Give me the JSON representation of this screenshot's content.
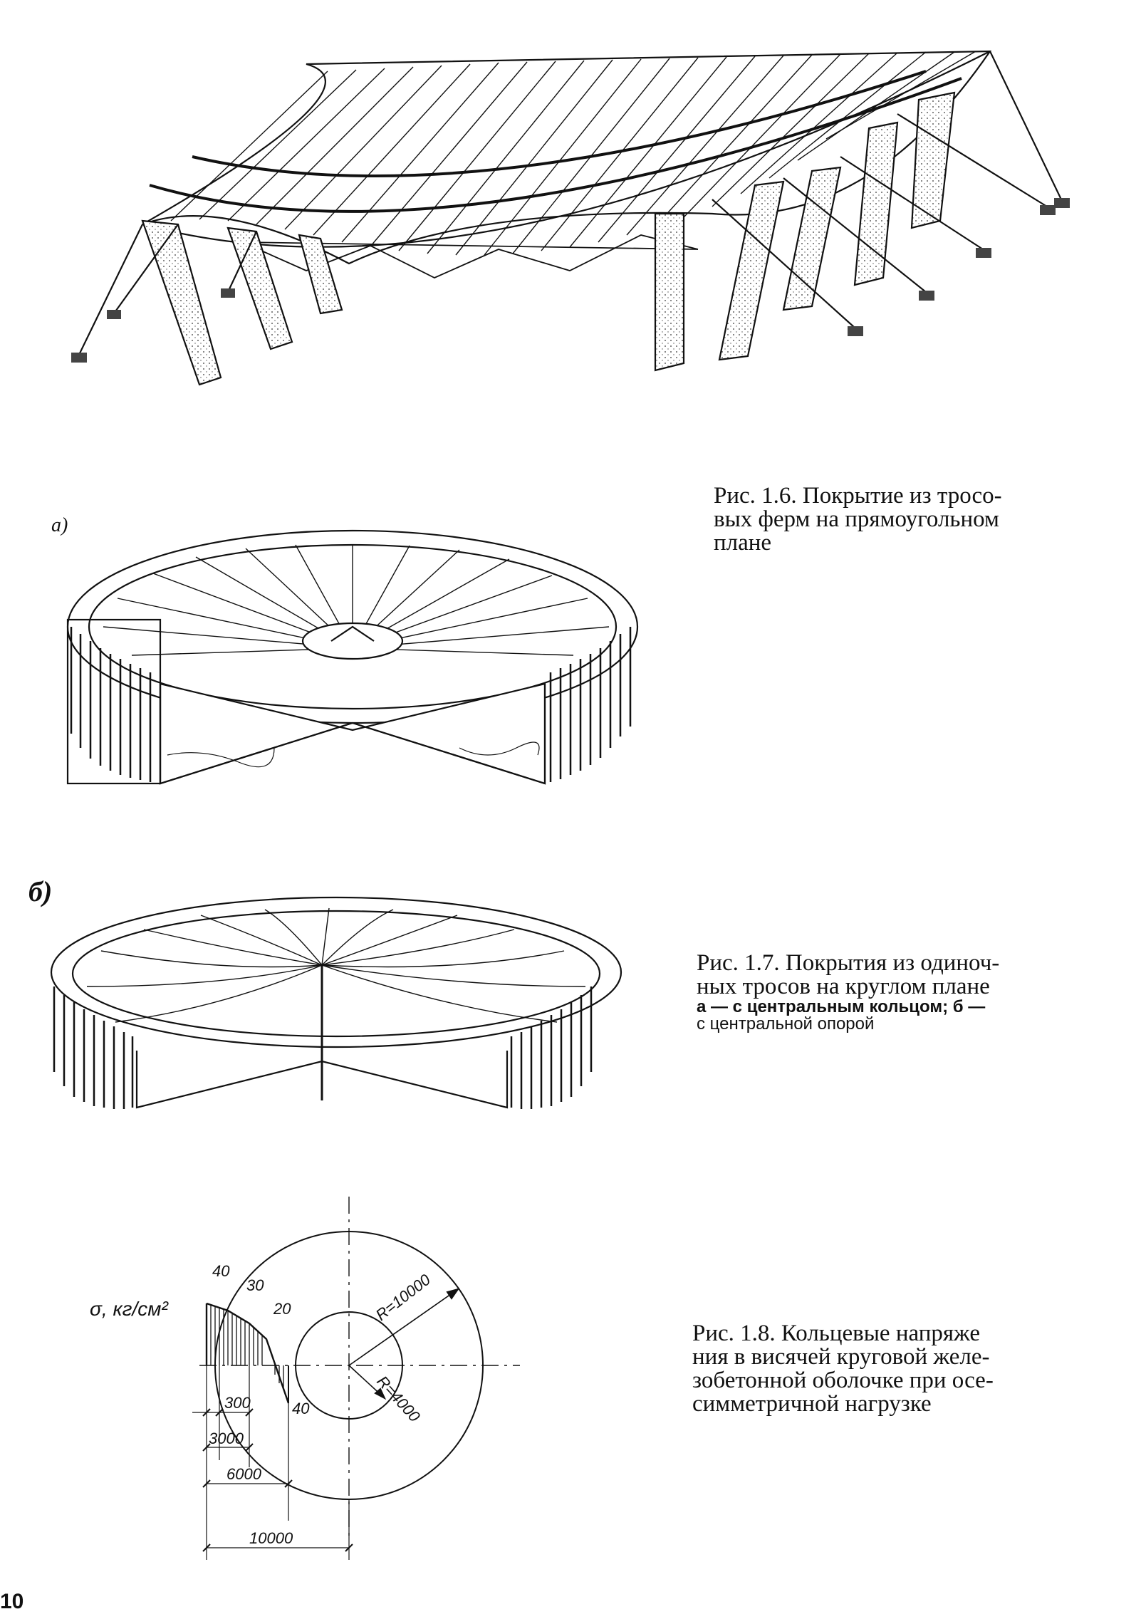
{
  "figures": {
    "fig16": {
      "caption": [
        "Рис. 1.6.  Покрытие из тросо-",
        "вых  ферм на прямоугольном",
        "плане"
      ]
    },
    "fig17": {
      "label_a": "а)",
      "label_b": "б)",
      "caption": [
        "Рис. 1.7. Покрытия из одиноч-",
        "ных тросов на круглом плане"
      ],
      "caption_small": [
        "а — с центральным кольцом;  б —",
        "с центральной опорой"
      ]
    },
    "fig18": {
      "caption": [
        "Рис. 1.8. Кольцевые напряже",
        "ния в висячей круговой желе-",
        "зобетонной оболочке при осе-",
        "симметричной нагрузке"
      ],
      "sigma_label": "σ, кг/см²",
      "stress_values": [
        "40",
        "30",
        "20",
        "40"
      ],
      "radius_outer": "R=10000",
      "radius_inner": "R=4000",
      "dimensions": [
        "300",
        "3000",
        "6000",
        "10000"
      ]
    }
  },
  "page_number": "10"
}
